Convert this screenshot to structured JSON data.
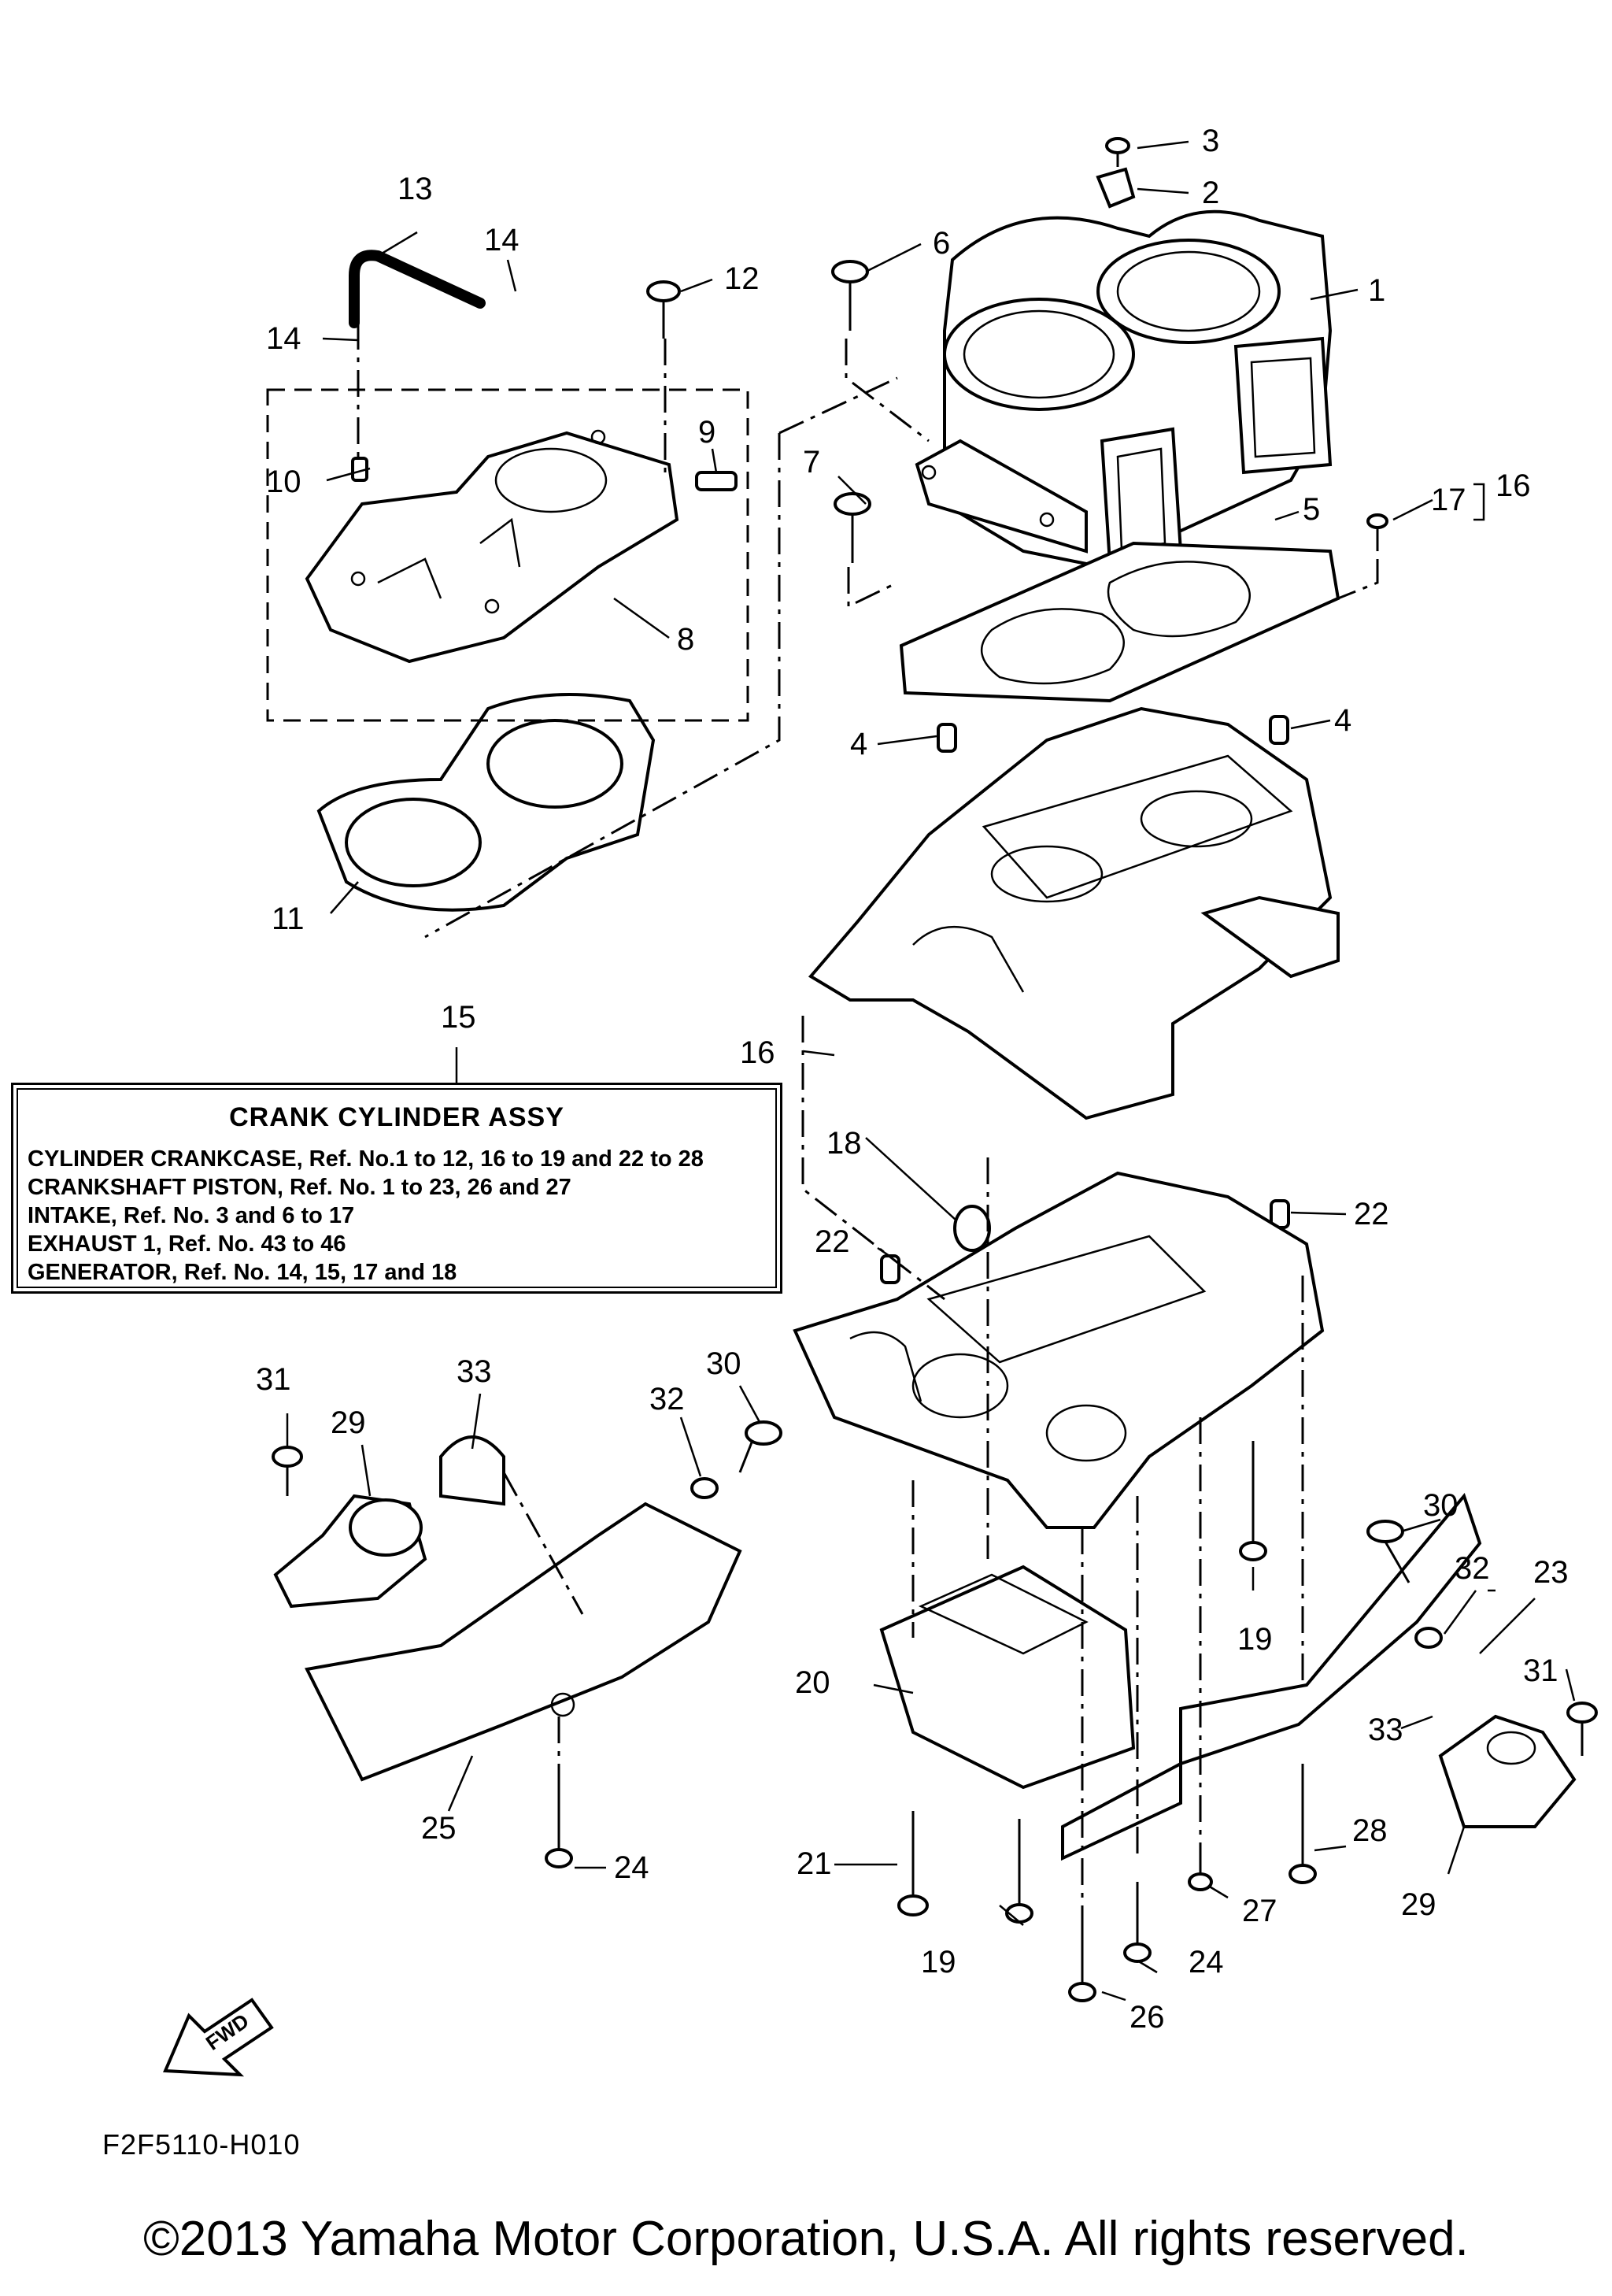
{
  "callouts": {
    "c1": "1",
    "c2": "2",
    "c3": "3",
    "c4a": "4",
    "c4b": "4",
    "c5": "5",
    "c6": "6",
    "c7": "7",
    "c8": "8",
    "c9": "9",
    "c10": "10",
    "c11": "11",
    "c12": "12",
    "c13": "13",
    "c14a": "14",
    "c14b": "14",
    "c15": "15",
    "c16a": "16",
    "c16b": "16",
    "c17": "17",
    "c18": "18",
    "c19a": "19",
    "c19b": "19",
    "c20": "20",
    "c21": "21",
    "c22a": "22",
    "c22b": "22",
    "c23": "23",
    "c24a": "24",
    "c24b": "24",
    "c25": "25",
    "c26": "26",
    "c27": "27",
    "c28": "28",
    "c29a": "29",
    "c29b": "29",
    "c30a": "30",
    "c30b": "30",
    "c31a": "31",
    "c31b": "31",
    "c32a": "32",
    "c32b": "32",
    "c33a": "33",
    "c33b": "33"
  },
  "assy": {
    "title": "CRANK CYLINDER ASSY",
    "lines": [
      "CYLINDER CRANKCASE,  Ref. No.1 to 12, 16 to 19 and 22 to 28",
      "CRANKSHAFT PISTON, Ref. No. 1 to 23, 26 and 27",
      "INTAKE,  Ref. No. 3 and 6 to 17",
      "EXHAUST 1,  Ref. No. 43 to 46",
      "GENERATOR,  Ref. No. 14, 15, 17 and 18"
    ]
  },
  "fwd_label": "FWD",
  "part_code": "F2F5110-H010",
  "copyright": "©2013 Yamaha Motor Corporation, U.S.A. All rights reserved."
}
